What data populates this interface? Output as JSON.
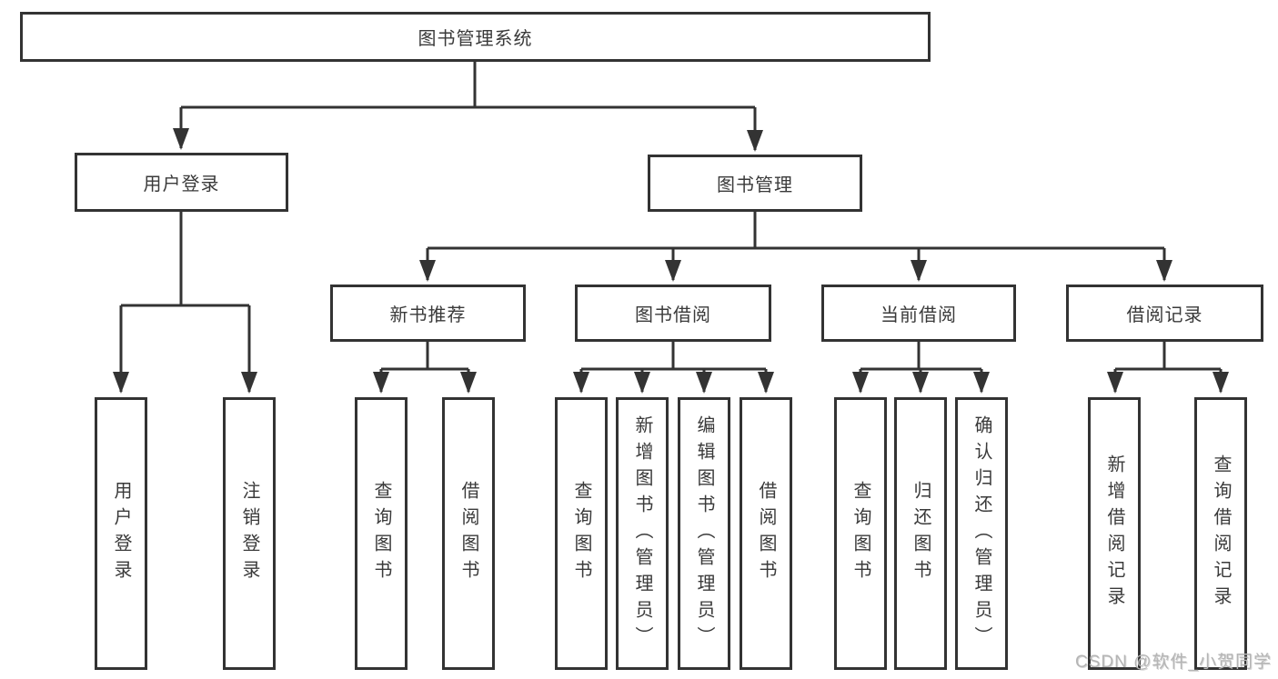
{
  "diagram_title": "图书管理系统",
  "tree": {
    "label": "图书管理系统",
    "children": [
      {
        "label": "用户登录",
        "children": [
          {
            "label": "用户登录"
          },
          {
            "label": "注销登录"
          }
        ]
      },
      {
        "label": "图书管理",
        "children": [
          {
            "label": "新书推荐",
            "children": [
              {
                "label": "查询图书"
              },
              {
                "label": "借阅图书"
              }
            ]
          },
          {
            "label": "图书借阅",
            "children": [
              {
                "label": "查询图书"
              },
              {
                "label": "新增图书（管理员）"
              },
              {
                "label": "编辑图书（管理员）"
              },
              {
                "label": "借阅图书"
              }
            ]
          },
          {
            "label": "当前借阅",
            "children": [
              {
                "label": "查询图书"
              },
              {
                "label": "归还图书"
              },
              {
                "label": "确认归还（管理员）"
              }
            ]
          },
          {
            "label": "借阅记录",
            "children": [
              {
                "label": "新增借阅记录"
              },
              {
                "label": "查询借阅记录"
              }
            ]
          }
        ]
      }
    ]
  },
  "watermark": "CSDN @软件_小贺同学",
  "colors": {
    "line": "#333333",
    "text": "#3a3a3a",
    "background": "#ffffff",
    "watermark": "#b5b5b5"
  }
}
